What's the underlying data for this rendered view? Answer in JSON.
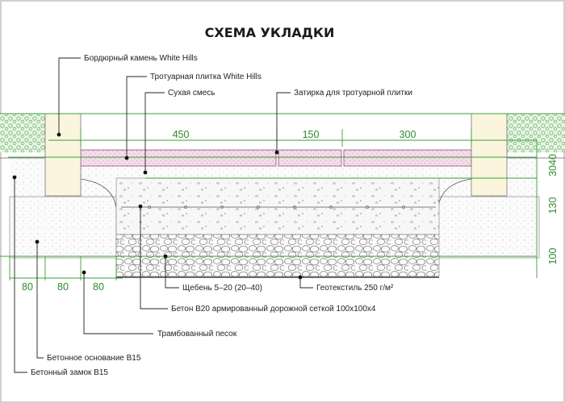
{
  "title": "СХЕМА УКЛАДКИ",
  "labels": {
    "curb": "Бордюрный камень White Hills",
    "paving": "Тротуарная плитка White Hills",
    "dry_mix": "Сухая смесь",
    "grout": "Затирка для тротуарной плитки",
    "gravel": "Щебень 5–20 (20–40)",
    "geotextile": "Геотекстиль 250 г/м²",
    "concrete": "Бетон В20 армированный дорожной сеткой 100x100x4",
    "sand": "Трамбованный песок",
    "base": "Бетонное основание В15",
    "lock": "Бетонный замок В15"
  },
  "dimensions": {
    "tile_450": "450",
    "tile_150": "150",
    "tile_300": "300",
    "v_3040": "3040",
    "v_130": "130",
    "v_100": "100",
    "h_80_1": "80",
    "h_80_2": "80",
    "h_80_3": "80"
  },
  "colors": {
    "tile": "#f4dcea",
    "curb": "#fbf5de",
    "dimension": "#2e8b2e",
    "grass": "#c8e6c0"
  }
}
